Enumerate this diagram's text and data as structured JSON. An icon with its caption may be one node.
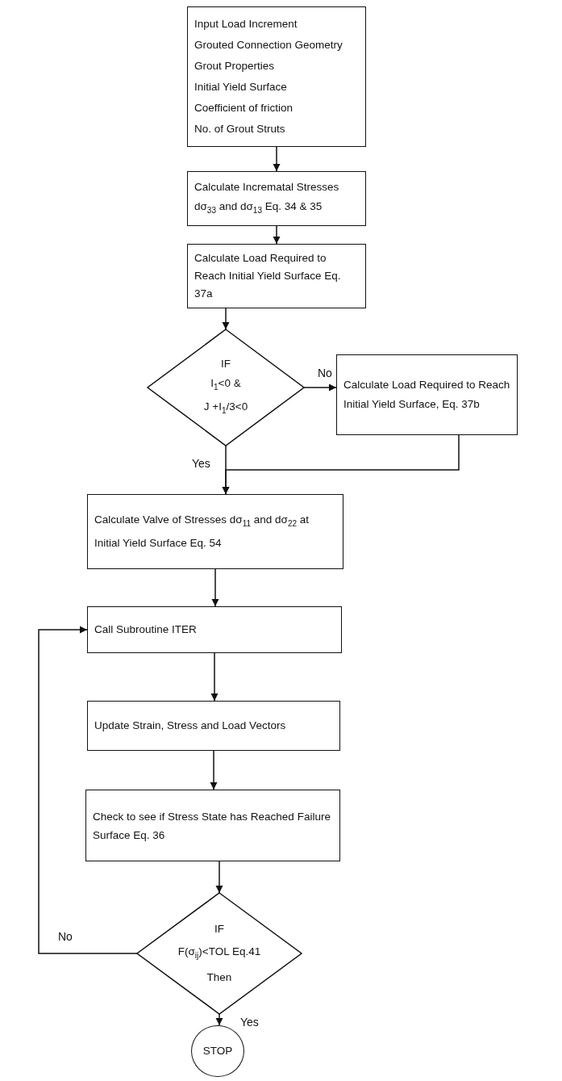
{
  "diagram": {
    "nodes": [
      {
        "text": [
          "Input Load Increment",
          "Grouted Connection Geometry",
          "Grout Properties",
          "Initial Yield Surface",
          "Coefficient of friction",
          "No. of Grout Struts"
        ]
      },
      {
        "text": [
          "Calculate Incrematal Stresses dσ$_{33}$ and dσ$_{13}$ Eq. 34 & 35"
        ]
      },
      {
        "text": [
          "Calculate Load Required to Reach Initial Yield Surface Eq. 37a"
        ]
      },
      {
        "text": [
          "IF",
          "I$_{1}$<0 &",
          "J +I$_{1}$/3<0"
        ]
      },
      {
        "text": [
          "Calculate Load Required to Reach Initial Yield Surface, Eq. 37b"
        ]
      },
      {
        "text": [
          "Calculate Valve of Stresses dσ$_{11}$ and dσ$_{22}$ at Initial Yield Surface Eq. 54"
        ]
      },
      {
        "text": [
          "Call Subroutine ITER"
        ]
      },
      {
        "text": [
          "Update Strain, Stress and Load Vectors"
        ]
      },
      {
        "text": [
          "Check to see if Stress State has Reached Failure Surface Eq. 36"
        ]
      },
      {
        "text": [
          "IF",
          "F(σ$_{ij}$)<TOL Eq.41",
          "Then"
        ]
      },
      {
        "text": [
          "STOP"
        ]
      }
    ],
    "edges": [
      {
        "from": 0,
        "to": 1,
        "arrow": "to"
      },
      {
        "from": 1,
        "to": 2,
        "arrow": "to"
      },
      {
        "from": 2,
        "to": 3,
        "arrow": "to"
      },
      {
        "from": 3,
        "to": 4,
        "arrow": "to",
        "label": "No"
      },
      {
        "from": 3,
        "to": 5,
        "arrow": "to",
        "label": "Yes"
      },
      {
        "from": 4,
        "to": 5,
        "arrow": "to"
      },
      {
        "from": 5,
        "to": 6,
        "arrow": "to"
      },
      {
        "from": 6,
        "to": 7,
        "arrow": "to"
      },
      {
        "from": 7,
        "to": 8,
        "arrow": "to"
      },
      {
        "from": 8,
        "to": 9,
        "arrow": "to"
      },
      {
        "from": 9,
        "to": 6,
        "arrow": "to",
        "label": "No"
      },
      {
        "from": 9,
        "to": 10,
        "arrow": "to",
        "label": "Yes"
      }
    ]
  }
}
